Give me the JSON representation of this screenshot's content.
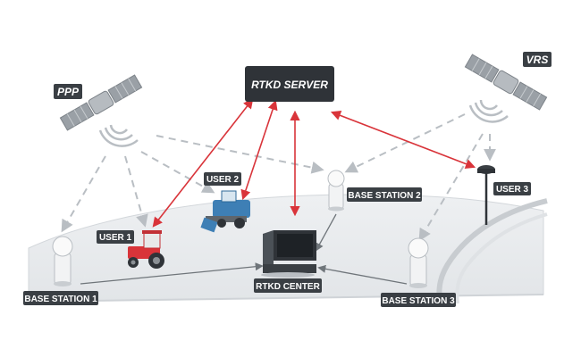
{
  "diagram": {
    "server_label": "RTKD SERVER",
    "center_label": "RTKD CENTER",
    "ppp_label": "PPP",
    "vrs_label": "VRS",
    "base_station_1": "BASE STATION 1",
    "base_station_2": "BASE STATION 2",
    "base_station_3": "BASE STATION 3",
    "user_1": "USER 1",
    "user_2": "USER 2",
    "user_3": "USER 3"
  },
  "colors": {
    "link_red": "#d9343a",
    "dashed_gray": "#b9bec3",
    "solid_gray": "#6f757a",
    "label_dark": "#3a3f44",
    "ground": "#e8eaec"
  },
  "icons": [
    "satellite-icon",
    "signal-wave-icon",
    "base-station-icon",
    "tractor-icon",
    "harvester-icon",
    "gnss-receiver-icon",
    "computer-monitor-icon"
  ]
}
